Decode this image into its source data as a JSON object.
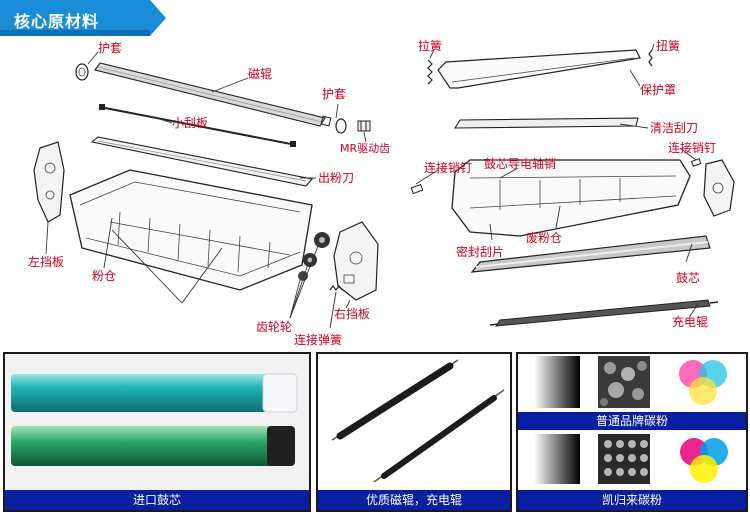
{
  "title": "核心原材料",
  "colors": {
    "label_red": "#d4001e",
    "caption_blue": "#0a1fa0",
    "banner_blue": "#1a8bd6",
    "drum_teal": "#22b3b5",
    "drum_green": "#2aa46a"
  },
  "left_labels": {
    "sleeve_top": "护套",
    "mag_roller": "磁辊",
    "small_blade": "小刮板",
    "sleeve_right": "护套",
    "mr_gear": "MR驱动齿",
    "toner_blade": "出粉刀",
    "left_plate": "左挡板",
    "toner_bin": "粉仓",
    "gears": "齿轮轮",
    "right_plate": "右挡板",
    "spring": "连接弹簧"
  },
  "right_labels": {
    "pull_spring": "拉簧",
    "torsion_spring": "扭簧",
    "cover": "保护罩",
    "clean_blade": "清洁刮刀",
    "pin_right": "连接销钉",
    "pin_left": "连接销钉",
    "drum_pin": "鼓芯导电轴销",
    "waste_bin": "废粉仓",
    "seal_blade": "密封刮片",
    "drum": "鼓芯",
    "charge_roller": "充电辊"
  },
  "panels": {
    "drums_caption": "进口鼓芯",
    "rollers_caption": "优质磁辊，充电辊",
    "toner_top_caption": "普通品牌碳粉",
    "toner_bottom_caption": "凯归来碳粉"
  }
}
